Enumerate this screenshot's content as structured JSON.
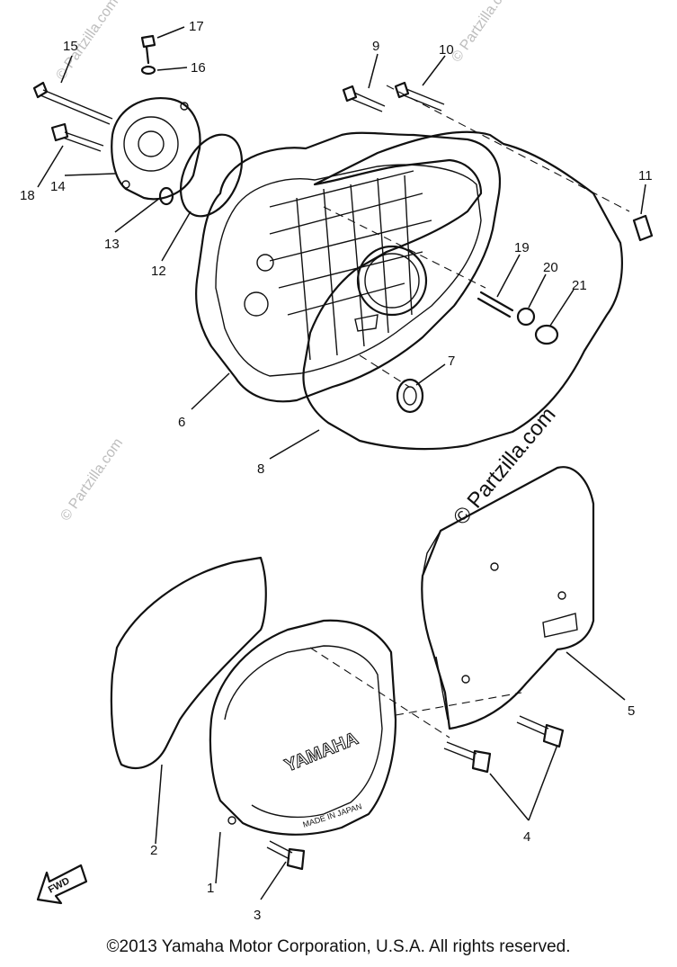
{
  "diagram": {
    "watermark": "© Partzilla.com",
    "copyright": "©2013  Yamaha Motor Corporation, U.S.A. All rights reserved.",
    "brand_text": "YAMAHA",
    "origin_text": "MADE IN JAPAN",
    "fwd_text": "FWD",
    "callouts": [
      {
        "id": "c1",
        "label": "1"
      },
      {
        "id": "c2",
        "label": "2"
      },
      {
        "id": "c3",
        "label": "3"
      },
      {
        "id": "c4",
        "label": "4"
      },
      {
        "id": "c5",
        "label": "5"
      },
      {
        "id": "c6",
        "label": "6"
      },
      {
        "id": "c7",
        "label": "7"
      },
      {
        "id": "c8",
        "label": "8"
      },
      {
        "id": "c9",
        "label": "9"
      },
      {
        "id": "c10",
        "label": "10"
      },
      {
        "id": "c11",
        "label": "11"
      },
      {
        "id": "c12",
        "label": "12"
      },
      {
        "id": "c13",
        "label": "13"
      },
      {
        "id": "c14",
        "label": "14"
      },
      {
        "id": "c15",
        "label": "15"
      },
      {
        "id": "c16",
        "label": "16"
      },
      {
        "id": "c17",
        "label": "17"
      },
      {
        "id": "c18",
        "label": "18"
      },
      {
        "id": "c19",
        "label": "19"
      },
      {
        "id": "c20",
        "label": "20"
      },
      {
        "id": "c21",
        "label": "21"
      }
    ]
  }
}
